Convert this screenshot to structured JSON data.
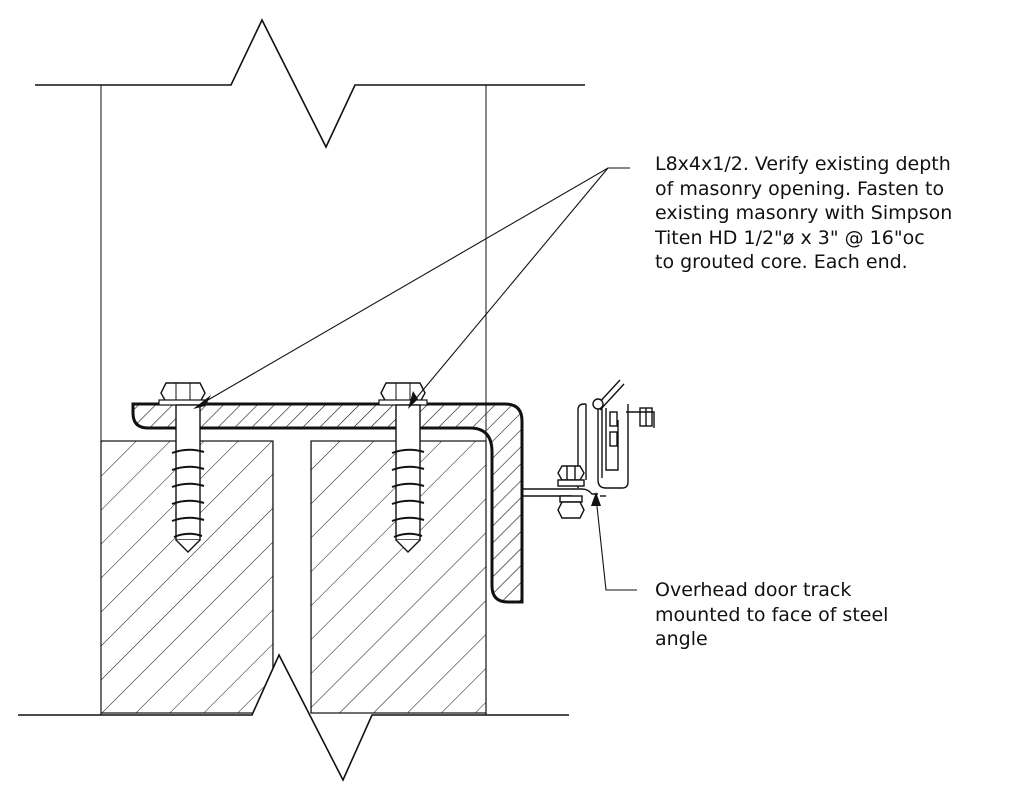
{
  "notes": {
    "angle": [
      "L8x4x1/2. Verify existing depth",
      "of masonry opening. Fasten to",
      "existing masonry with Simpson",
      "Titen HD 1/2\"ø x 3\"  @ 16\"oc",
      "to grouted core. Each end."
    ],
    "track": [
      "Overhead door track",
      "mounted to face of steel",
      "angle"
    ]
  },
  "colors": {
    "line": "#111111",
    "background": "#ffffff"
  }
}
